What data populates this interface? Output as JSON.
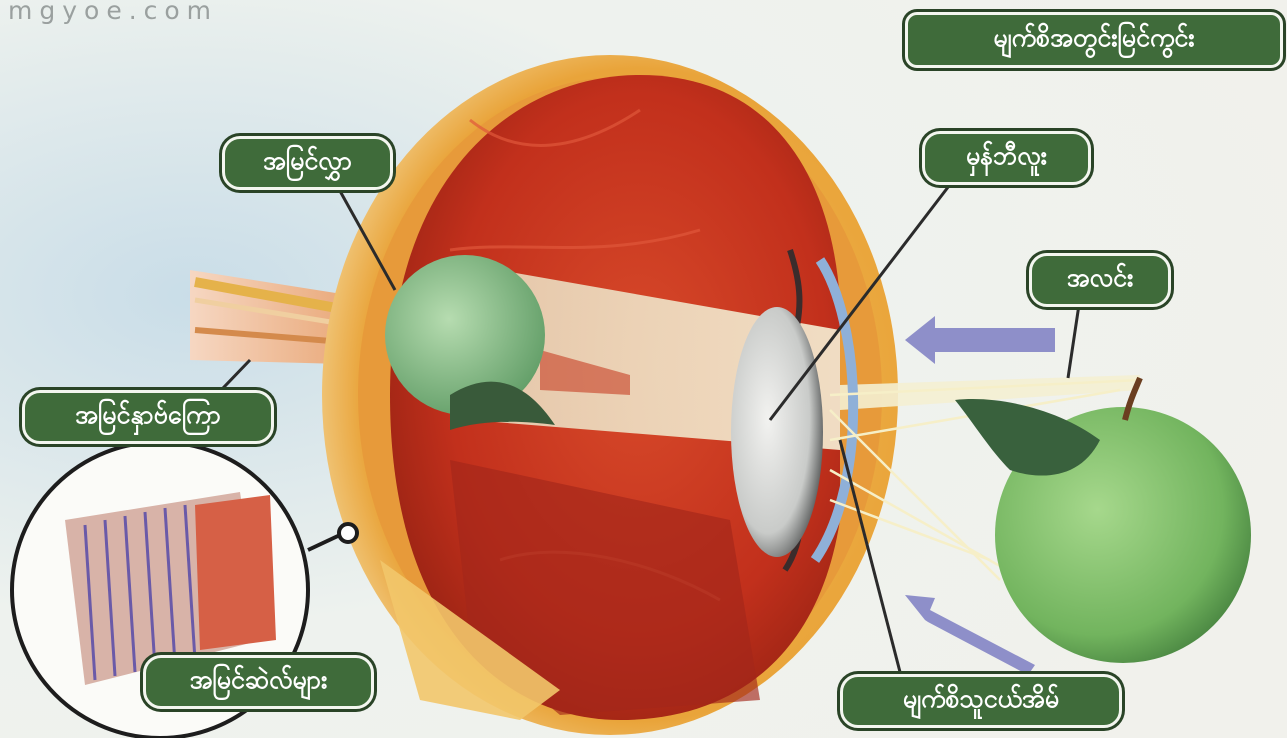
{
  "watermark": "mgyoe.com",
  "labels": {
    "title": "မျက်စိအတွင်းမြင်ကွင်း",
    "optic_disc": "အမြင်လွှာ",
    "cornea": "မှန်ဘီလူး",
    "light": "အလင်း",
    "optic_nerve": "အမြင်နှာဗ်ကြော",
    "cells": "အမြင်ဆဲလ်များ",
    "iris": "မျက်စိသူငယ်အိမ်"
  },
  "colors": {
    "label_bg": "#3f6b3a",
    "sclera": "#e8a53a",
    "interior": "#c8321f",
    "apple": "#7fbf6a",
    "arrow": "#8e8fc9"
  }
}
